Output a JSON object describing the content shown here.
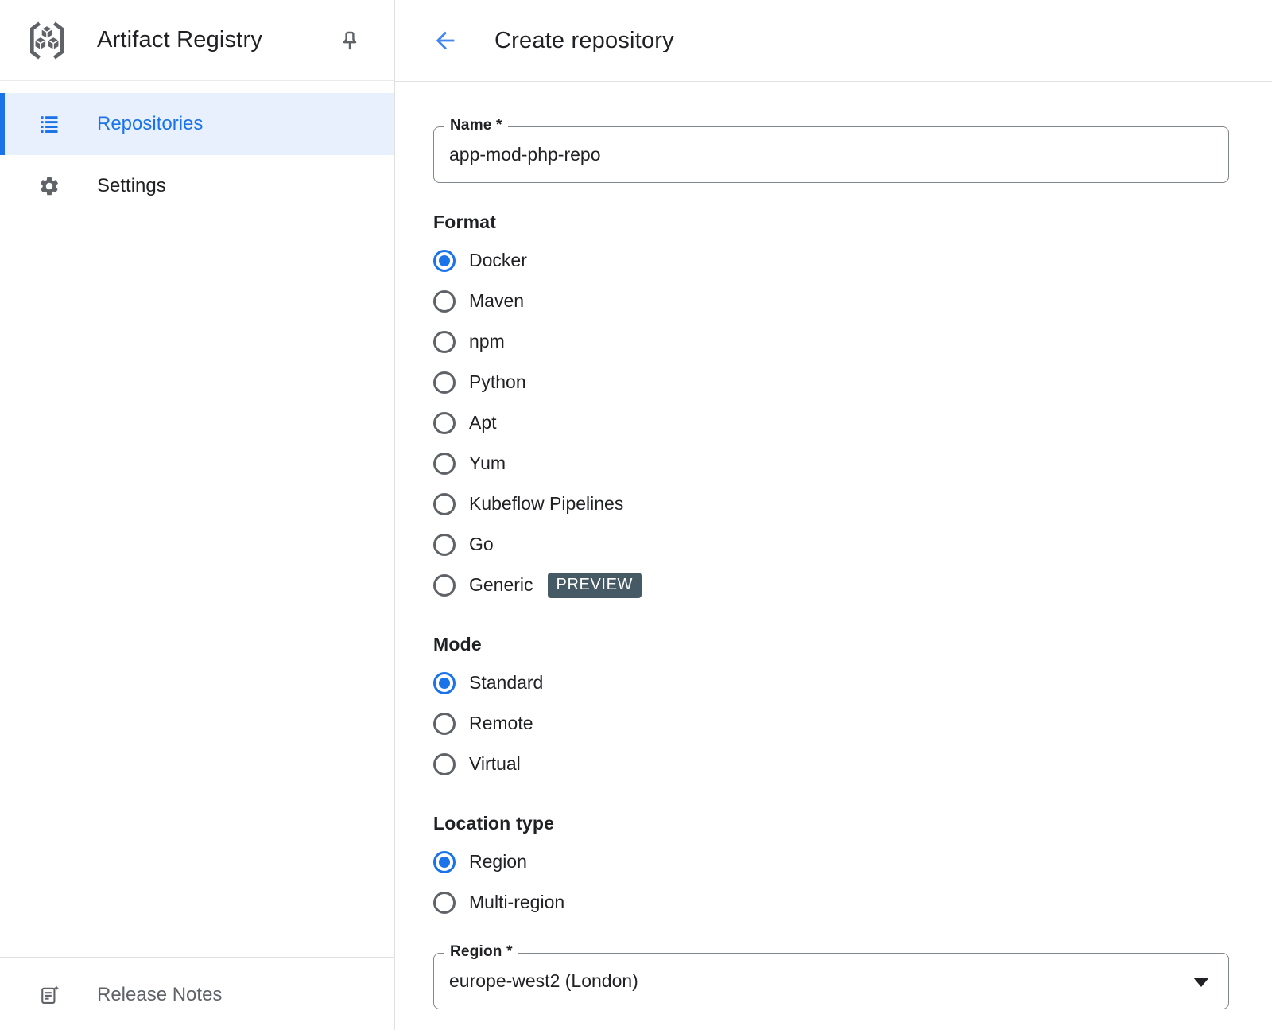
{
  "app": {
    "title": "Artifact Registry"
  },
  "sidebar": {
    "items": [
      {
        "label": "Repositories",
        "icon": "list-icon",
        "active": true
      },
      {
        "label": "Settings",
        "icon": "gear-icon",
        "active": false
      }
    ],
    "footer": {
      "label": "Release Notes",
      "icon": "release-notes-icon"
    }
  },
  "header": {
    "title": "Create repository",
    "back_icon": "arrow-back-icon"
  },
  "form": {
    "name_field": {
      "label": "Name *",
      "value": "app-mod-php-repo"
    },
    "format": {
      "label": "Format",
      "options": [
        {
          "label": "Docker",
          "selected": true
        },
        {
          "label": "Maven",
          "selected": false
        },
        {
          "label": "npm",
          "selected": false
        },
        {
          "label": "Python",
          "selected": false
        },
        {
          "label": "Apt",
          "selected": false
        },
        {
          "label": "Yum",
          "selected": false
        },
        {
          "label": "Kubeflow Pipelines",
          "selected": false
        },
        {
          "label": "Go",
          "selected": false
        },
        {
          "label": "Generic",
          "selected": false,
          "badge": "PREVIEW"
        }
      ]
    },
    "mode": {
      "label": "Mode",
      "options": [
        {
          "label": "Standard",
          "selected": true
        },
        {
          "label": "Remote",
          "selected": false
        },
        {
          "label": "Virtual",
          "selected": false
        }
      ]
    },
    "location_type": {
      "label": "Location type",
      "options": [
        {
          "label": "Region",
          "selected": true
        },
        {
          "label": "Multi-region",
          "selected": false
        }
      ]
    },
    "region_field": {
      "label": "Region *",
      "value": "europe-west2 (London)"
    }
  },
  "colors": {
    "accent_blue": "#1a73e8",
    "active_item_bg": "#e8f0fe",
    "preview_badge_bg": "#455a64",
    "text_primary": "#202124",
    "icon_gray": "#5f6368",
    "divider": "#e0e0e0"
  }
}
